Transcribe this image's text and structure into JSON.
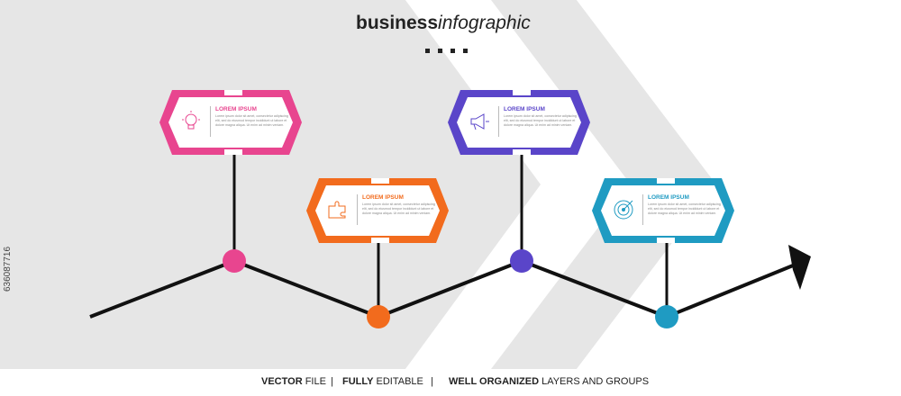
{
  "header": {
    "title_bold": "business",
    "title_italic": "infographic"
  },
  "steps": [
    {
      "heading": "LOREM IPSUM",
      "body": "Lorem ipsum dolor sit amet, consectetur adipiscing elit, sed do eiusmod tempor incididunt ut labore et dolore magna aliqua. Ut enim ad minim veniam.",
      "color": "#e8458f",
      "icon": "lightbulb-icon"
    },
    {
      "heading": "LOREM IPSUM",
      "body": "Lorem ipsum dolor sit amet, consectetur adipiscing elit, sed do eiusmod tempor incididunt ut labore et dolore magna aliqua. Ut enim ad minim veniam.",
      "color": "#f26b1d",
      "icon": "puzzle-icon"
    },
    {
      "heading": "LOREM IPSUM",
      "body": "Lorem ipsum dolor sit amet, consectetur adipiscing elit, sed do eiusmod tempor incididunt ut labore et dolore magna aliqua. Ut enim ad minim veniam.",
      "color": "#5a45c9",
      "icon": "megaphone-icon"
    },
    {
      "heading": "LOREM IPSUM",
      "body": "Lorem ipsum dolor sit amet, consectetur adipiscing elit, sed do eiusmod tempor incididunt ut labore et dolore magna aliqua. Ut enim ad minim veniam.",
      "color": "#1f9bc2",
      "icon": "target-icon"
    }
  ],
  "footer": {
    "part1_bold": "VECTOR",
    "part1_rest": " FILE",
    "sep": "|",
    "part2_bold": "FULLY",
    "part2_rest": " EDITABLE",
    "part3_bold": "WELL ORGANIZED",
    "part3_rest": " LAYERS AND GROUPS"
  },
  "watermark": "636087716",
  "colors": {
    "background_shape": "#e5e5e5",
    "line": "#111111"
  }
}
